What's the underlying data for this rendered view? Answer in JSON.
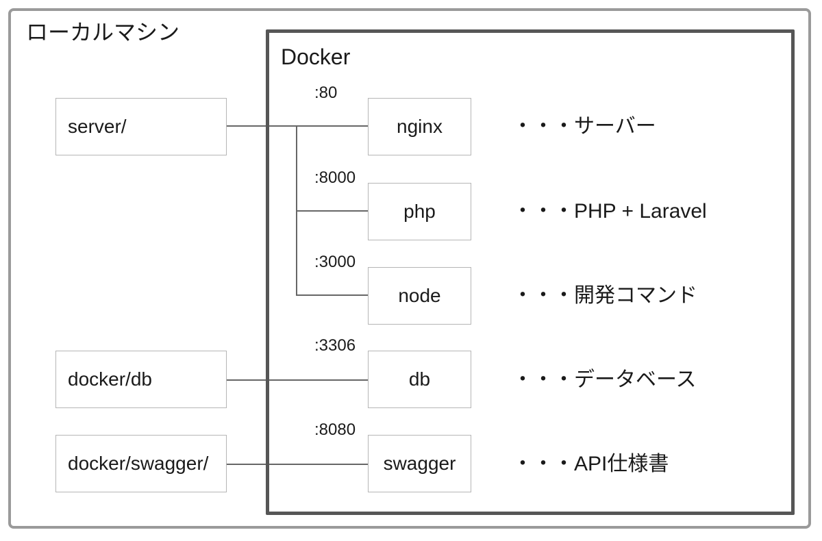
{
  "diagram": {
    "title_local": "ローカルマシン",
    "title_docker": "Docker",
    "hosts": [
      {
        "label": "server/"
      },
      {
        "label": "docker/db"
      },
      {
        "label": "docker/swagger/"
      }
    ],
    "containers": [
      {
        "name": "nginx",
        "port": ":80",
        "note": "・・・サーバー"
      },
      {
        "name": "php",
        "port": ":8000",
        "note": "・・・PHP + Laravel"
      },
      {
        "name": "node",
        "port": ":3000",
        "note": "・・・開発コマンド"
      },
      {
        "name": "db",
        "port": ":3306",
        "note": "・・・データベース"
      },
      {
        "name": "swagger",
        "port": ":8080",
        "note": "・・・API仕様書"
      }
    ],
    "colors": {
      "outer_border": "#9a9a9a",
      "docker_border": "#565656",
      "box_border": "#b5b5b5",
      "connector": "#666666",
      "text": "#1a1a1a",
      "background": "#ffffff"
    }
  }
}
